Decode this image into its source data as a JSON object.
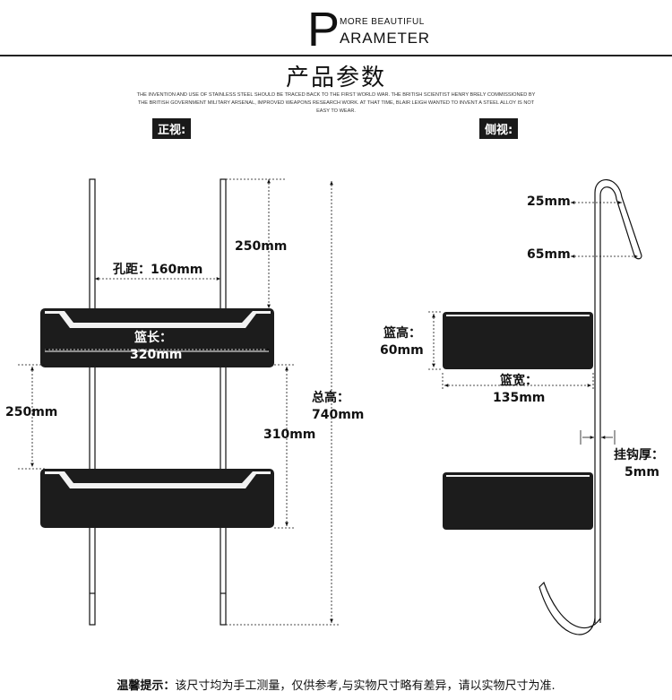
{
  "header": {
    "brand_initial": "P",
    "brand_small": "MORE BEAUTIFUL",
    "brand_rest": "ARAMETER",
    "title": "产品参数",
    "intro": "THE INVENTION AND USE OF STAINLESS STEEL SHOULD BE TRACED BACK TO THE FIRST WORLD WAR. THE BRITISH SCIENTIST HENRY BRELY COMMISSIONED BY THE BRITISH GOVERNMENT MILITARY ARSENAL, IMPROVED WEAPONS RESEARCH WORK. AT THAT TIME, BLAIR LEIGH WANTED TO INVENT A STEEL ALLOY IS NOT EASY TO WEAR."
  },
  "front_view": {
    "label": "正视:",
    "top_gap": "250mm",
    "hole_spacing": "孔距：160mm",
    "basket_length_title": "篮长：",
    "basket_length": "320mm",
    "between_baskets": "250mm",
    "total_height_title": "总高：",
    "total_height": "740mm",
    "lower_span": "310mm"
  },
  "side_view": {
    "label": "侧视:",
    "hook_top": "25mm",
    "hook_depth": "65mm",
    "basket_height_title": "篮高：",
    "basket_height": "60mm",
    "basket_width_title": "篮宽：",
    "basket_width": "135mm",
    "hook_thickness_title": "挂钩厚：",
    "hook_thickness": "5mm"
  },
  "footer": {
    "note_head": "温馨提示：",
    "note_text": "该尺寸均为手工测量，仅供参考,与实物尺寸略有差异，请以实物尺寸为准."
  }
}
